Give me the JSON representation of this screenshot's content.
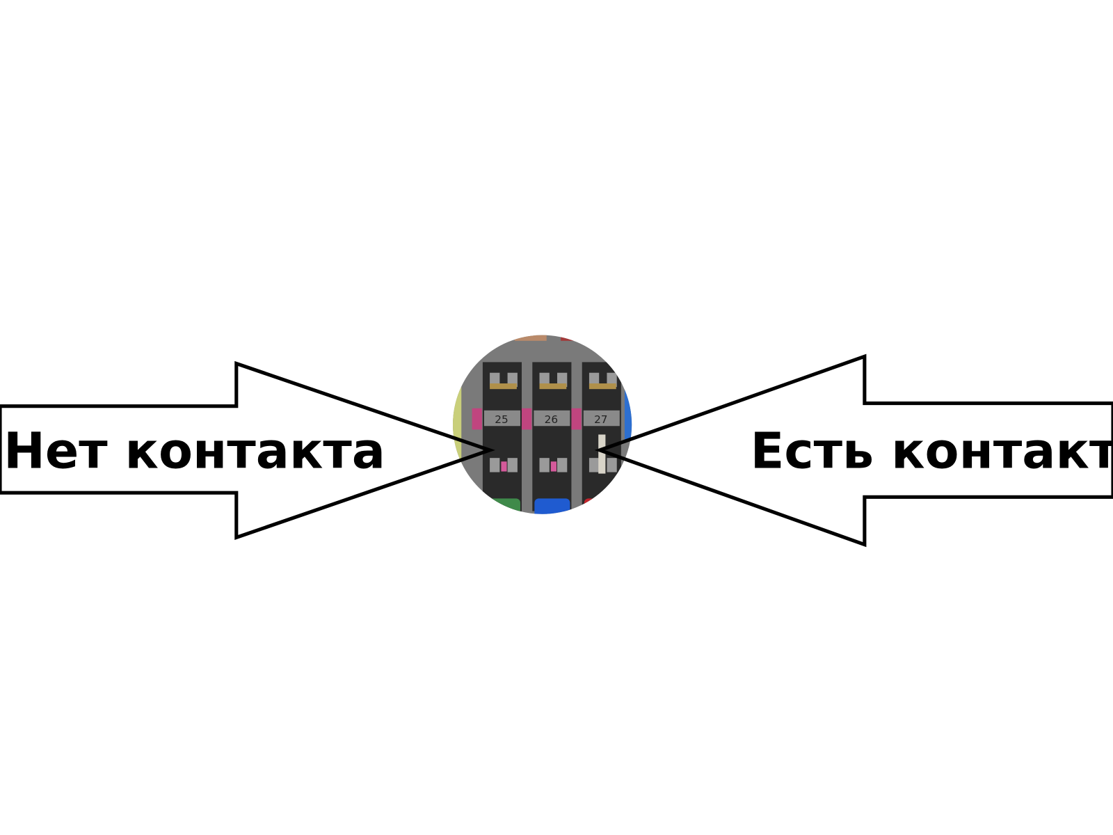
{
  "labels": {
    "left": "Нет контакта",
    "right": "Есть контакт"
  },
  "photo": {
    "slot_numbers": [
      "25",
      "26",
      "27"
    ],
    "fuse_colors_bottom": [
      "#3f8a4a",
      "#1f5bd0",
      "#c3242c"
    ],
    "fuse_colors_top": [
      "#b98a6a",
      "#a33a3a"
    ]
  },
  "colors": {
    "arrow_stroke": "#000000",
    "housing": "#6b6b6b",
    "pink": "#c0457f"
  }
}
